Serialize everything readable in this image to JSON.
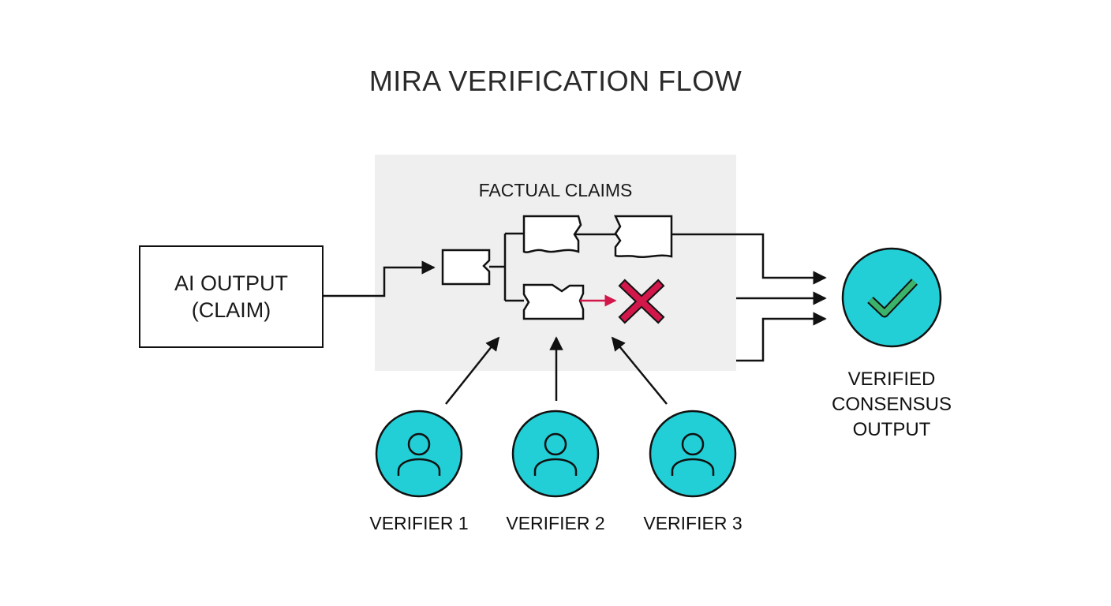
{
  "title": "MIRA VERIFICATION FLOW",
  "input": {
    "line1": "AI OUTPUT",
    "line2": "(CLAIM)"
  },
  "claims_panel": {
    "label": "FACTUAL CLAIMS",
    "rejected_claims": 1,
    "accepted_claims": 2
  },
  "verifiers": [
    {
      "label": "VERIFIER 1",
      "icon": "user-icon"
    },
    {
      "label": "VERIFIER 2",
      "icon": "user-icon"
    },
    {
      "label": "VERIFIER 3",
      "icon": "user-icon"
    }
  ],
  "output": {
    "line1": "VERIFIED",
    "line2": "CONSENSUS",
    "line3": "OUTPUT",
    "icon": "checkmark-icon"
  },
  "colors": {
    "accent": "#22cfd6",
    "check": "#3bb36a",
    "reject": "#d2174a",
    "panel": "#efefef",
    "stroke": "#111111"
  }
}
